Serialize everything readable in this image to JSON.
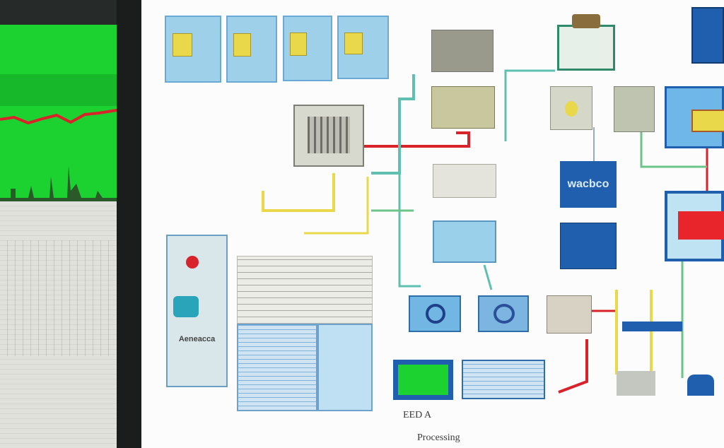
{
  "colors": {
    "plot_green": "#1bd230",
    "signal_red": "#d8232a",
    "wire_yellow": "#e8d84a",
    "wire_teal": "#5fbfb0",
    "panel_blue": "#1f5fae"
  },
  "left_panel": {
    "plot_icon": "line-plot-icon"
  },
  "schematic": {
    "label_module_a": "wacbco",
    "label_side_panel": "Aeneacca",
    "label_bottom": "EED A",
    "footer_text": "Processing"
  }
}
